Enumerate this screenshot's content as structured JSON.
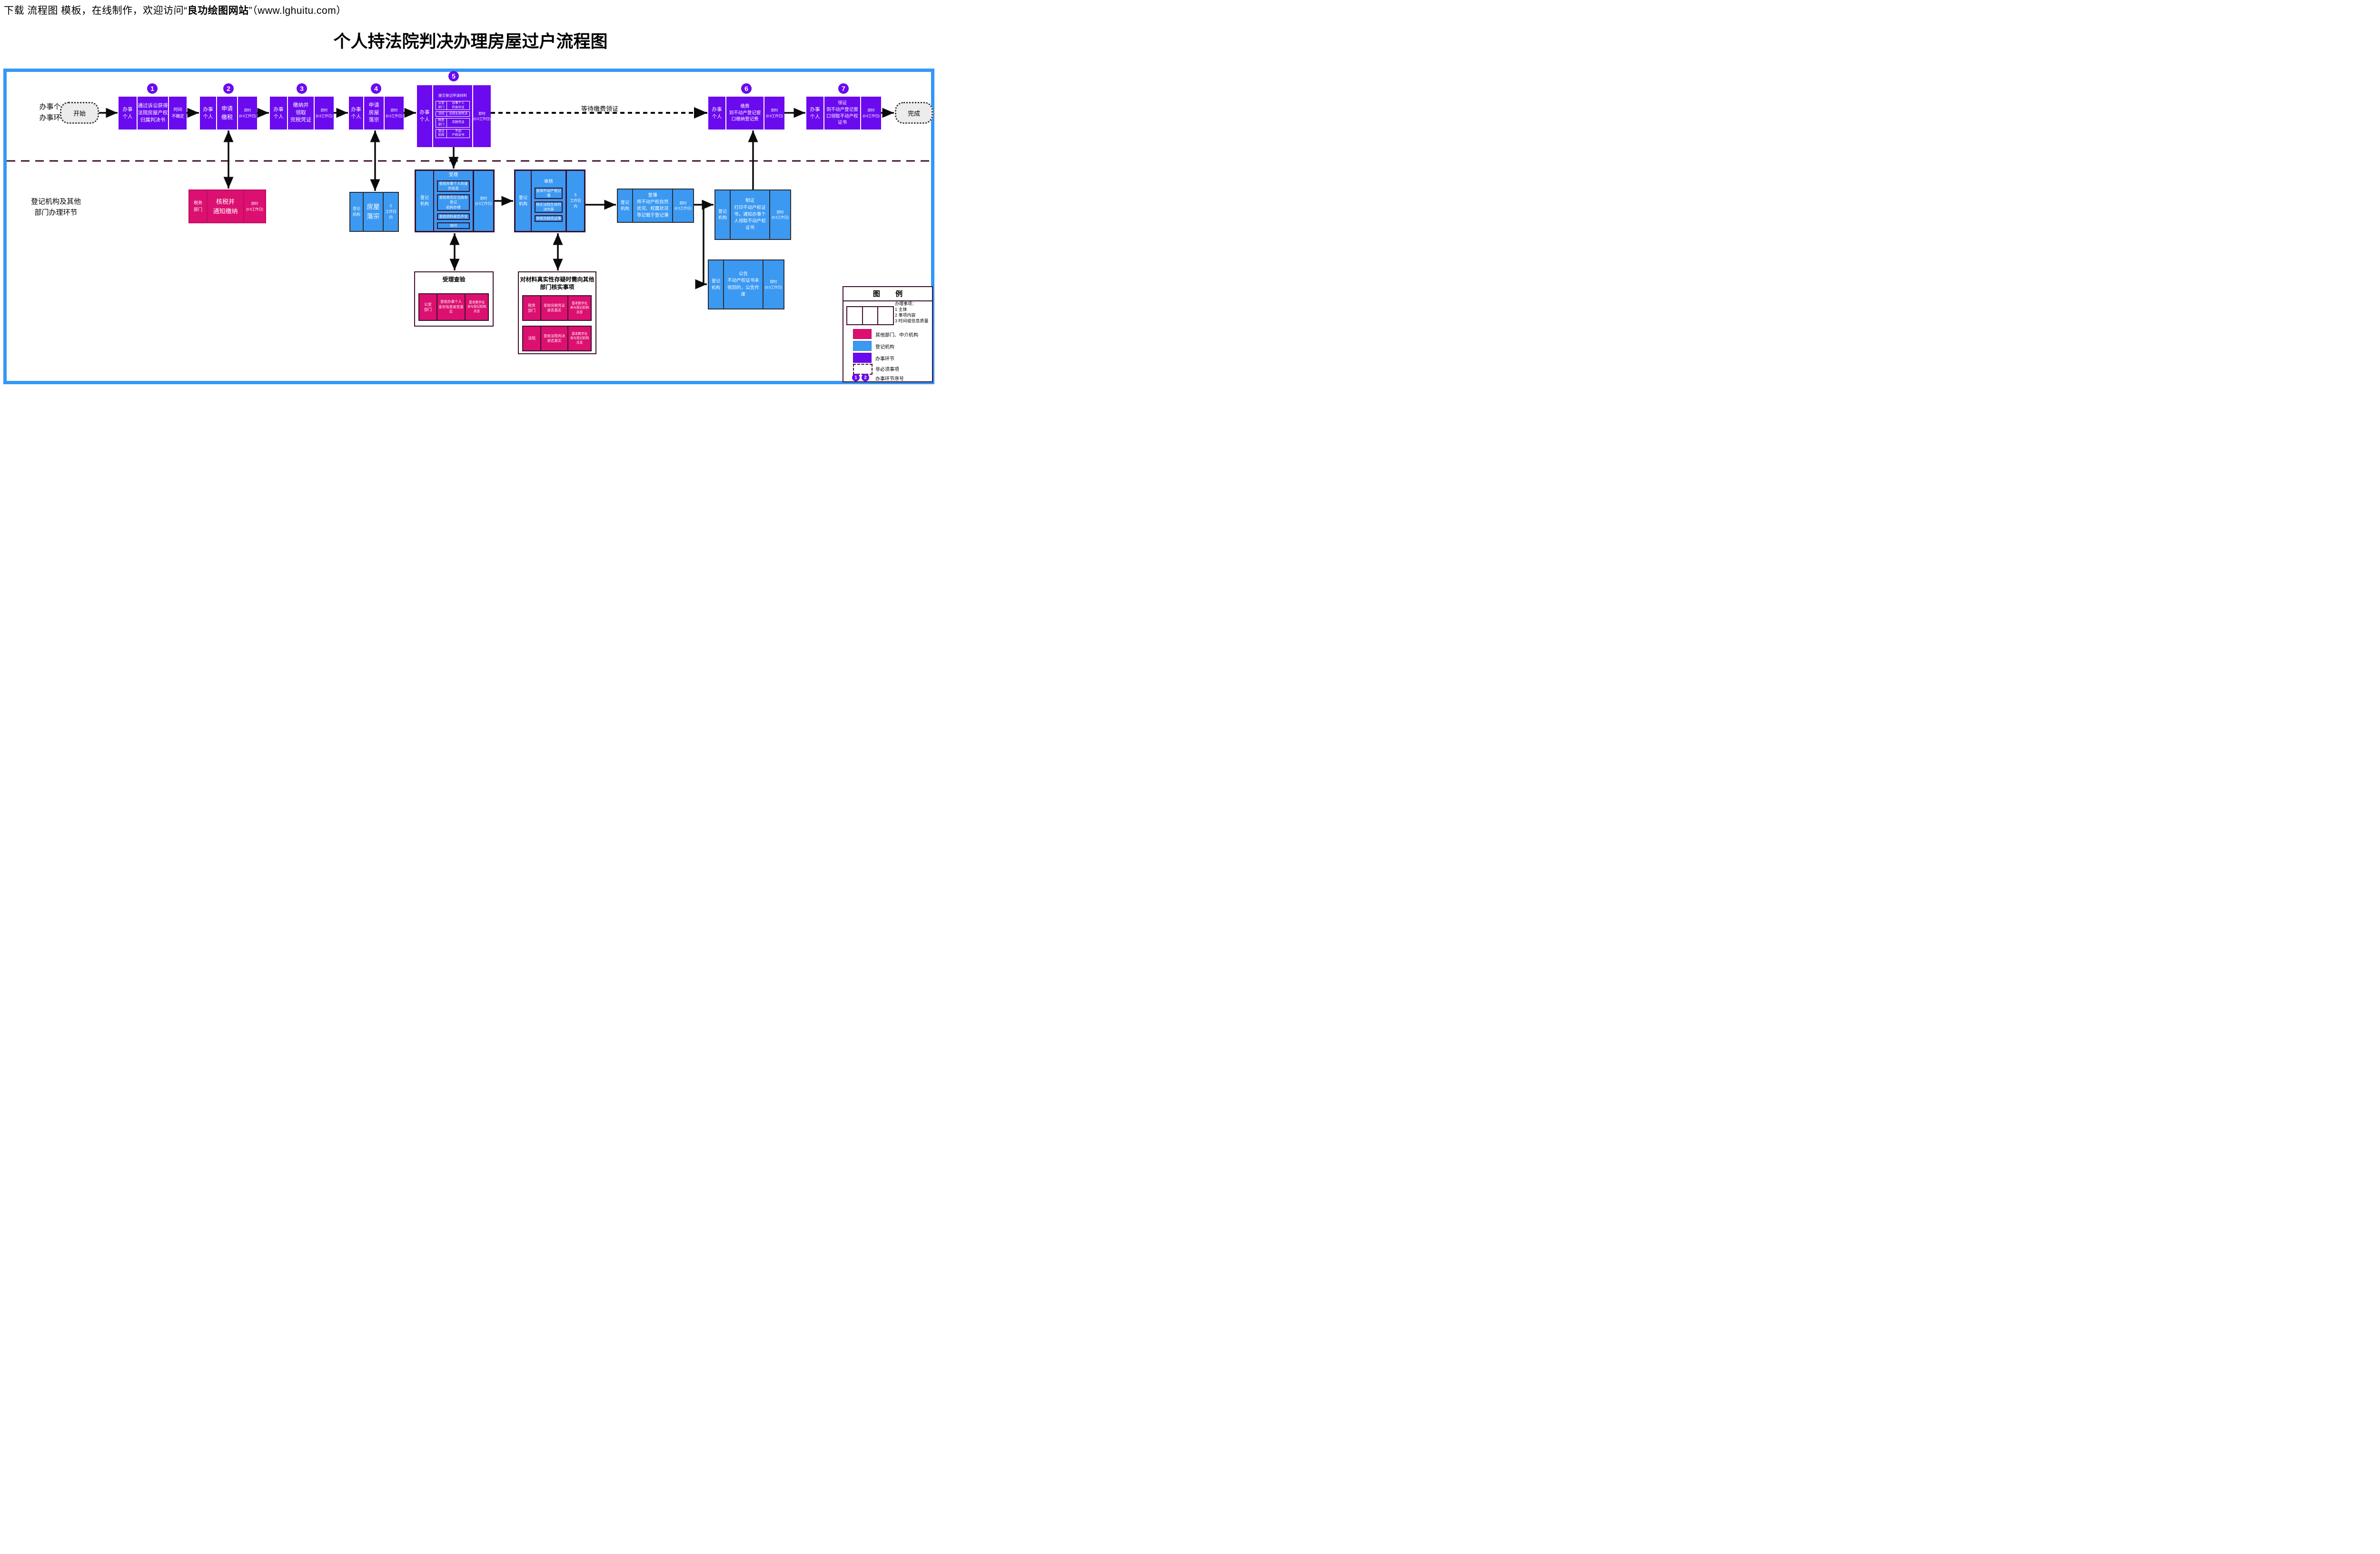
{
  "header": {
    "prefix": "下载 流程图 模板，在线制作，欢迎访问“",
    "brand": "良功绘图网站",
    "suffix": "”（www.lghuitu.com）"
  },
  "title": "个人持法院判决办理房屋过户流程图",
  "lanes": {
    "top": "办事个人\n办事环节",
    "bottom": "登记机构及其他\n部门办理环节"
  },
  "terminals": {
    "start": "开始",
    "finish": "完成"
  },
  "wait_label": "等待缴费领证",
  "steps": [
    {
      "num": "1",
      "actor": "办事\n个人",
      "content": "通过诉讼获得\n法院房屋产权\n归属判决书",
      "time": "时间\n不确定"
    },
    {
      "num": "2",
      "actor": "办事\n个人",
      "content": "申请\n缴税",
      "time": "即时\n(0.5工作日)"
    },
    {
      "num": "3",
      "actor": "办事\n个人",
      "content": "缴纳并\n领取\n完税凭证",
      "time": "即时\n(0.5工作日)"
    },
    {
      "num": "4",
      "actor": "办事\n个人",
      "content": "申请\n房屋\n落宗",
      "time": "即时\n(0.5工作日)"
    },
    {
      "num": "5",
      "actor": "办事\n个人",
      "content_title": "提交登记申请材料",
      "materials": [
        {
          "org": "公安\n部门",
          "doc": "办事个人\n的身份证"
        },
        {
          "org": "法院",
          "doc": "法院生效判决"
        },
        {
          "org": "税务\n部门",
          "doc": "完税凭证"
        },
        {
          "org": "登记\n机构",
          "doc": "不动\n产权证书"
        }
      ],
      "time": "即时\n(0.5工作日)"
    },
    {
      "num": "6",
      "actor": "办事\n个人",
      "content": "缴费\n到不动产登记窗\n口缴纳登记费",
      "time": "即时\n(0.5工作日)"
    },
    {
      "num": "7",
      "actor": "办事\n个人",
      "content": "领证\n到不动产登记窗\n口领取不动产权\n证书",
      "time": "即时\n(0.5工作日)"
    }
  ],
  "agency_boxes": {
    "tax": {
      "org": "税务\n部门",
      "content": "核税并\n通知缴纳",
      "time": "即时\n(0.5工作日)"
    },
    "luozong": {
      "org": "登记\n机构",
      "content": "房屋\n落宗",
      "time": "5\n工作日\n内"
    },
    "shouli": {
      "org": "登记\n机构",
      "title": "受理",
      "items": [
        "查验办事个人的身份信息",
        "查验是否应当由本登记\n机构办理",
        "查验资料是否齐全",
        "询问"
      ],
      "time": "即时\n(0.5工作日)"
    },
    "shenhe": {
      "org": "登记\n机构",
      "title": "审核",
      "items": [
        "查阅不动产登记薄",
        "核实法院生效判决内容",
        "审核完税凭证等"
      ],
      "time": "5\n工作日\n内"
    },
    "dengbu": {
      "org": "登记\n机构",
      "content": "登薄\n将不动产权自然\n状况、权属状况\n等记载于登记薄",
      "time": "即时\n(0.5工作日)"
    },
    "zhizheng": {
      "org": "登记\n机构",
      "content": "制证\n打印不动产权证\n书，通知办事个\n人领取不动产权\n证书",
      "time": "即时\n(0.5工作日)"
    },
    "gonggao": {
      "org": "登记\n机构",
      "content": "公告\n不动产权证书未\n收回的，公告作\n废",
      "time": "即时\n(0.5工作日)"
    }
  },
  "verify_boxes": {
    "shouli_check": {
      "title": "受理查验",
      "rows": [
        {
          "org": "公安\n部门",
          "content": "查验办事个人\n身份信息是否真实",
          "note": "基本数字化\n未与登记机构\n共享"
        }
      ]
    },
    "material_check": {
      "title": "对材料真实性存疑时需向其他\n部门核实事项",
      "rows": [
        {
          "org": "税务\n部门",
          "content": "查验完税凭证\n是否真实",
          "note": "基本数字化\n未与登记机构\n共享"
        },
        {
          "org": "法院",
          "content": "查验法院判决\n是否真实",
          "note": "基本数字化\n未与登记机构\n共享"
        }
      ]
    }
  },
  "legend": {
    "title": "图  例",
    "sample_note": "办理事项：\n1 主体\n2 事项内容\n3 时间或信息质量",
    "items": [
      {
        "label": "其他部门、中介机构"
      },
      {
        "label": "登记机构"
      },
      {
        "label": "办事环节"
      },
      {
        "label": "非必须事项"
      },
      {
        "label": "办事环节序号"
      }
    ],
    "badge_1": "1",
    "badge_2": "2"
  },
  "colors": {
    "purple": "#6B0AEF",
    "blue": "#3B99F2",
    "pink": "#DC1070",
    "frame_blue": "#3398F6",
    "dark_border": "#3E0E2E"
  }
}
